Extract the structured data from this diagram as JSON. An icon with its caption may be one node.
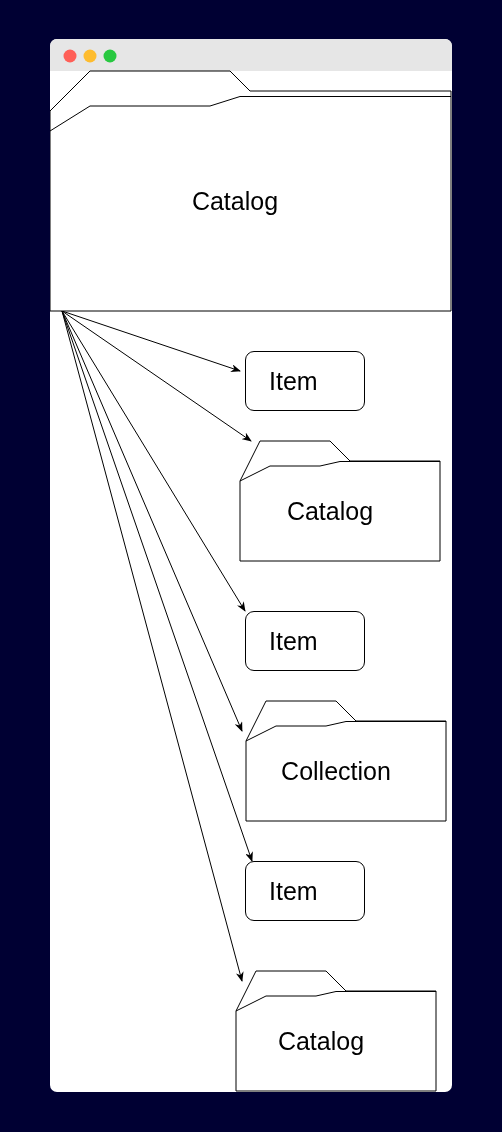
{
  "diagram": {
    "nodes": [
      {
        "text": [
          "Catalog"
        ]
      },
      {
        "text": [
          "Item"
        ]
      },
      {
        "text": [
          "Catalog"
        ]
      },
      {
        "text": [
          "Item"
        ]
      },
      {
        "text": [
          "Collection"
        ]
      },
      {
        "text": [
          "Item"
        ]
      },
      {
        "text": [
          "Catalog"
        ]
      }
    ],
    "edges": [
      {
        "from": 0,
        "to": 1,
        "arrow": "to"
      },
      {
        "from": 0,
        "to": 2,
        "arrow": "to"
      },
      {
        "from": 0,
        "to": 3,
        "arrow": "to"
      },
      {
        "from": 0,
        "to": 4,
        "arrow": "to"
      },
      {
        "from": 0,
        "to": 5,
        "arrow": "to"
      },
      {
        "from": 0,
        "to": 6,
        "arrow": "to"
      }
    ]
  }
}
